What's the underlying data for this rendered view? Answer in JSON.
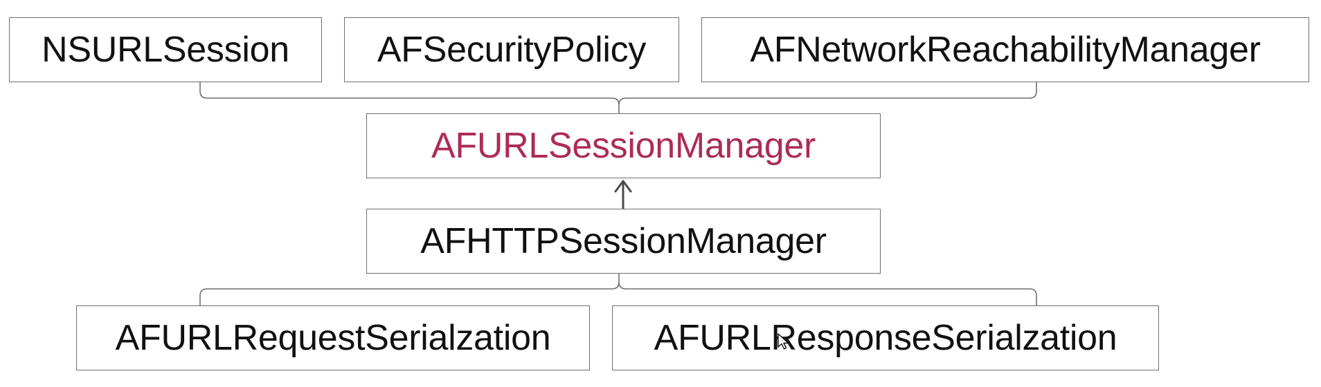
{
  "diagram": {
    "nodes": {
      "nsurlsession": "NSURLSession",
      "afsecuritypolicy": "AFSecurityPolicy",
      "afnetworkreachabilitymanager": "AFNetworkReachabilityManager",
      "afurlsessionmanager": "AFURLSessionManager",
      "afhttpsessionmanager": "AFHTTPSessionManager",
      "afurlrequestserialzation": "AFURLRequestSerialzation",
      "afurlresponseserialzation": "AFURLResponseSerialzation"
    },
    "colors": {
      "highlight_text": "#ad2b58",
      "node_border": "#6f6f6f",
      "connector": "#6f6f6f",
      "arrow": "#4a4a4a"
    }
  }
}
